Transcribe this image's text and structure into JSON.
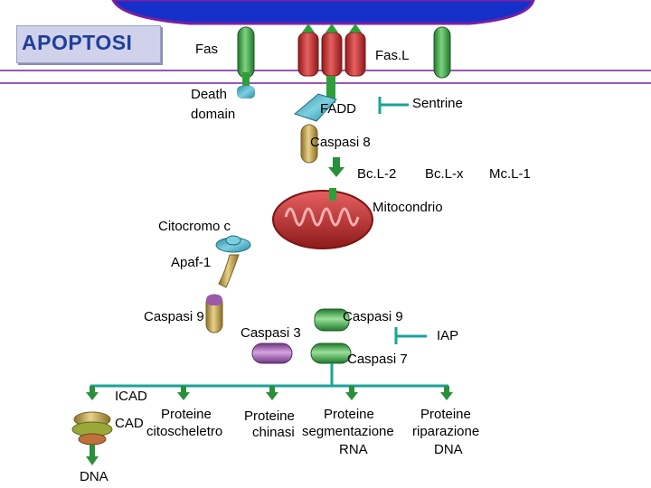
{
  "title": "APOPTOSI",
  "labels": {
    "fas": "Fas",
    "fasl": "Fas.L",
    "death_domain_1": "Death",
    "death_domain_2": "domain",
    "fadd": "FADD",
    "sentrine": "Sentrine",
    "caspasi8": "Caspasi 8",
    "bcl2": "Bc.L-2",
    "bclx": "Bc.L-x",
    "mcl1": "Mc.L-1",
    "mitocondrio": "Mitocondrio",
    "citocromo": "Citocromo c",
    "apaf1": "Apaf-1",
    "caspasi9_left": "Caspasi 9",
    "caspasi3": "Caspasi 3",
    "caspasi9_right": "Caspasi 9",
    "iap": "IAP",
    "caspasi7": "Caspasi 7",
    "icad": "ICAD",
    "cad": "CAD",
    "proteine_cito_1": "Proteine",
    "proteine_cito_2": "citoscheletro",
    "proteine_chin_1": "Proteine",
    "proteine_chin_2": "chinasi",
    "proteine_rna_1": "Proteine",
    "proteine_rna_2": "segmentazione",
    "proteine_rna_3": "RNA",
    "proteine_dna_1": "Proteine",
    "proteine_dna_2": "riparazione",
    "proteine_dna_3": "DNA",
    "dna": "DNA"
  },
  "colors": {
    "membrane": "#7b1fa2",
    "cell_fill": "#1530c8",
    "receptor_green": "#2e9e3a",
    "ligand_red": "#c62828",
    "inhibitor_teal": "#1aa39a",
    "arrow_green": "#2a8f3a",
    "mito_red": "#c62828",
    "caspase_tan": "#b89a4a",
    "caspase3_purple": "#9b5aa8",
    "caspase7_green": "#3a9a3a"
  }
}
